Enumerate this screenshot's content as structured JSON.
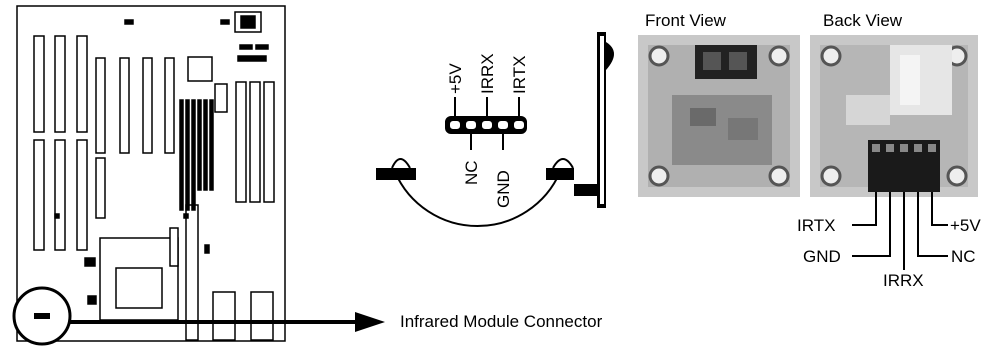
{
  "caption": "Infrared Module Connector",
  "header_pins": {
    "top": [
      "+5V",
      "IRRX",
      "IRTX"
    ],
    "bottom": [
      "NC",
      "GND"
    ]
  },
  "front_view": {
    "title": "Front View"
  },
  "back_view": {
    "title": "Back View",
    "pin_labels": {
      "left": [
        "IRTX",
        "GND"
      ],
      "bottom": "IRRX",
      "right": [
        "+5V",
        "NC"
      ]
    }
  },
  "colors": {
    "line": "#000000",
    "board_fill": "#ffffff",
    "module_bg": "#c8c8c8"
  }
}
